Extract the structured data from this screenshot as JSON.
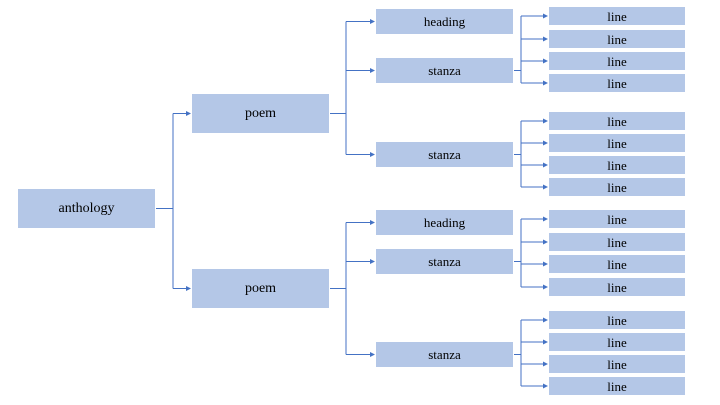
{
  "colors": {
    "node_fill": "#b4c7e7",
    "connector": "#4472c4",
    "text": "#000000",
    "background": "#ffffff"
  },
  "tree": {
    "label": "anthology",
    "children": [
      {
        "label": "poem",
        "children": [
          {
            "label": "heading",
            "children": []
          },
          {
            "label": "stanza",
            "children": [
              {
                "label": "line"
              },
              {
                "label": "line"
              },
              {
                "label": "line"
              },
              {
                "label": "line"
              }
            ]
          },
          {
            "label": "stanza",
            "children": [
              {
                "label": "line"
              },
              {
                "label": "line"
              },
              {
                "label": "line"
              },
              {
                "label": "line"
              }
            ]
          }
        ]
      },
      {
        "label": "poem",
        "children": [
          {
            "label": "heading",
            "children": []
          },
          {
            "label": "stanza",
            "children": [
              {
                "label": "line"
              },
              {
                "label": "line"
              },
              {
                "label": "line"
              },
              {
                "label": "line"
              }
            ]
          },
          {
            "label": "stanza",
            "children": [
              {
                "label": "line"
              },
              {
                "label": "line"
              },
              {
                "label": "line"
              },
              {
                "label": "line"
              }
            ]
          }
        ]
      }
    ]
  }
}
